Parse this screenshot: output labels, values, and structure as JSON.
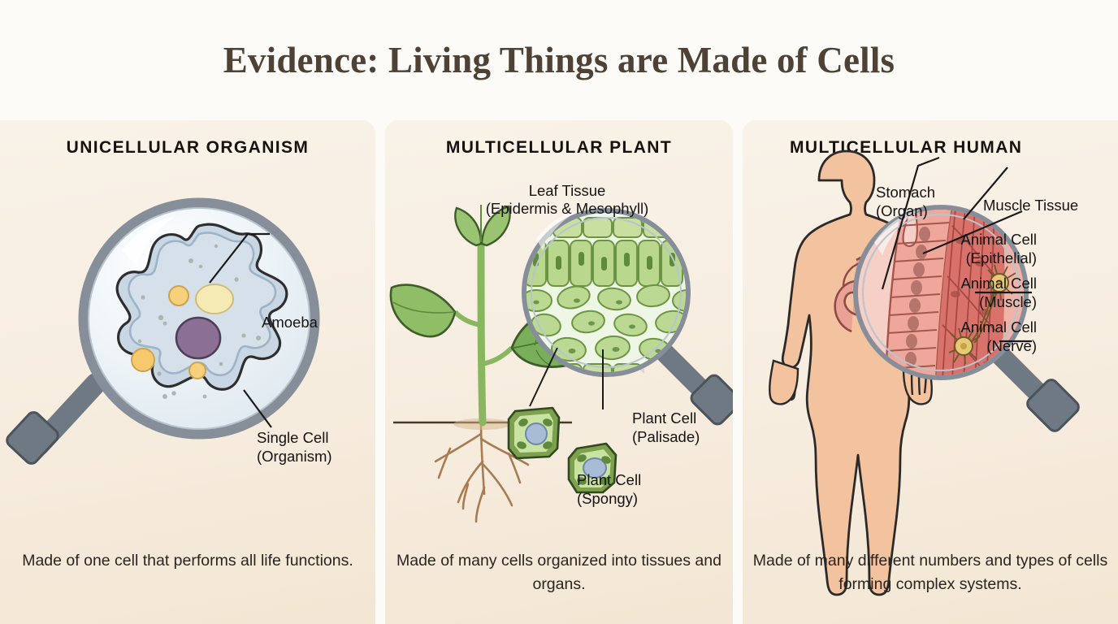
{
  "title": "Evidence: Living Things are Made of Cells",
  "panels": [
    {
      "header": "UNICELLULAR ORGANISM",
      "caption": "Made of one cell that\nperforms all life functions.",
      "labels": [
        {
          "key": "amoeba",
          "text": "Amoeba"
        },
        {
          "key": "single_cell",
          "text": "Single Cell\n(Organism)"
        }
      ]
    },
    {
      "header": "MULTICELLULAR PLANT",
      "caption": "Made of many cells organized\ninto tissues and organs.",
      "labels": [
        {
          "key": "leaf_tissue",
          "text": "Leaf Tissue\n(Epidermis & Mesophyll)"
        },
        {
          "key": "palisade",
          "text": "Plant Cell\n(Palisade)"
        },
        {
          "key": "spongy",
          "text": "Plant Cell\n(Spongy)"
        }
      ]
    },
    {
      "header": "MULTICELLULAR HUMAN",
      "caption": "Made of many different numbers and\ntypes of cells forming complex systems.",
      "labels": [
        {
          "key": "stomach",
          "text": "Stomach\n(Organ)"
        },
        {
          "key": "muscle_tissue",
          "text": "Muscle Tissue"
        },
        {
          "key": "epithelial",
          "text": "Animal Cell\n(Epithelial)"
        },
        {
          "key": "muscle",
          "text": "Animal Cell\n(Muscle)"
        },
        {
          "key": "nerve",
          "text": "Animal Cell\n(Nerve)"
        }
      ]
    }
  ],
  "colors": {
    "page_background": "#fdfbf7",
    "panel_background": "#f7eee1",
    "title_text": "#4e4236",
    "body_text": "#141414",
    "lens_rim": "#7e8792",
    "lens_glass": "#eef3f6",
    "amoeba_cytoplasm": "#cdd9e6",
    "amoeba_nucleus": "#8c6f95",
    "amoeba_vacuole": "#f5cd71",
    "plant_cell_wall": "#7fa04f",
    "plant_cell_body": "#c3dd9b",
    "chloroplast": "#5f8a3c",
    "plant_nucleus": "#a8bcd8",
    "leaf_green": "#82b45c",
    "stem_green": "#89b75f",
    "root_brown": "#a87c53",
    "skin": "#f3c3a0",
    "stomach_pink": "#e9a295",
    "epithelium_pink": "#efa79c",
    "muscle_red": "#d9726a",
    "nerve_yellow": "#e7c873"
  }
}
